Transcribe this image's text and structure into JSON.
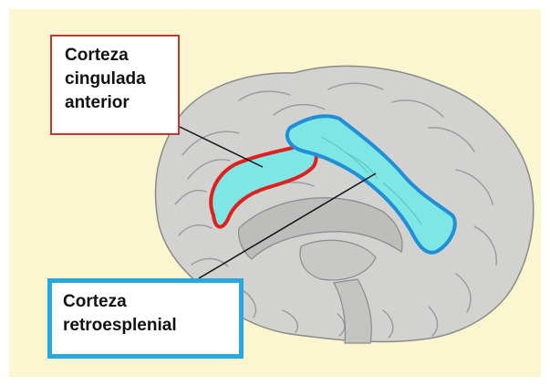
{
  "labels": {
    "anterior_cingulate": [
      "Corteza",
      "cingulada",
      "anterior"
    ],
    "retrosplenial": [
      "Corteza",
      "retroesplenial"
    ]
  },
  "colors": {
    "background": "#fbf6cf",
    "brain": "#d2d2d0",
    "anterior_cingulate_outline": "#e0201c",
    "retrosplenial_outline": "#1f8fd8",
    "region_fill": "#7fe6e6"
  }
}
